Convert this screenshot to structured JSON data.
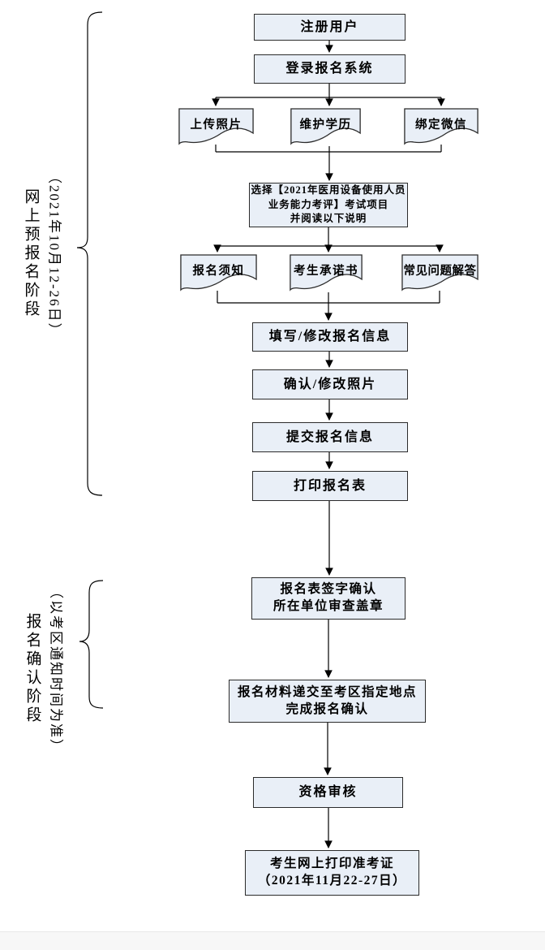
{
  "colors": {
    "box_fill": "#e9eff7",
    "box_border": "#2b2b2b",
    "line": "#000000",
    "footer_fill": "#f7f7f7",
    "footer_border": "#e8e8e8"
  },
  "phases": [
    {
      "date_note": "（2021年10月12-26日）",
      "name": "网上预报名阶段"
    },
    {
      "date_note": "（以考区通知时间为准）",
      "name": "报名确认阶段"
    }
  ],
  "flow": {
    "register": "注册用户",
    "login": "登录报名系统",
    "docs_row1": [
      "上传照片",
      "维护学历",
      "绑定微信"
    ],
    "select_line1": "选择【2021年医用设备使用人员",
    "select_line2": "业务能力考评】考试项目",
    "select_line3": "并阅读以下说明",
    "docs_row2": [
      "报名须知",
      "考生承诺书",
      "常见问题解答"
    ],
    "fill_info": "填写/修改报名信息",
    "confirm_photo": "确认/修改照片",
    "submit_info": "提交报名信息",
    "print_form": "打印报名表",
    "sign_line1": "报名表签字确认",
    "sign_line2": "所在单位审查盖章",
    "deliver_line1": "报名材料递交至考区指定地点",
    "deliver_line2": "完成报名确认",
    "qualification": "资格审核",
    "ticket_line1": "考生网上打印准考证",
    "ticket_line2": "（2021年11月22-27日）"
  }
}
